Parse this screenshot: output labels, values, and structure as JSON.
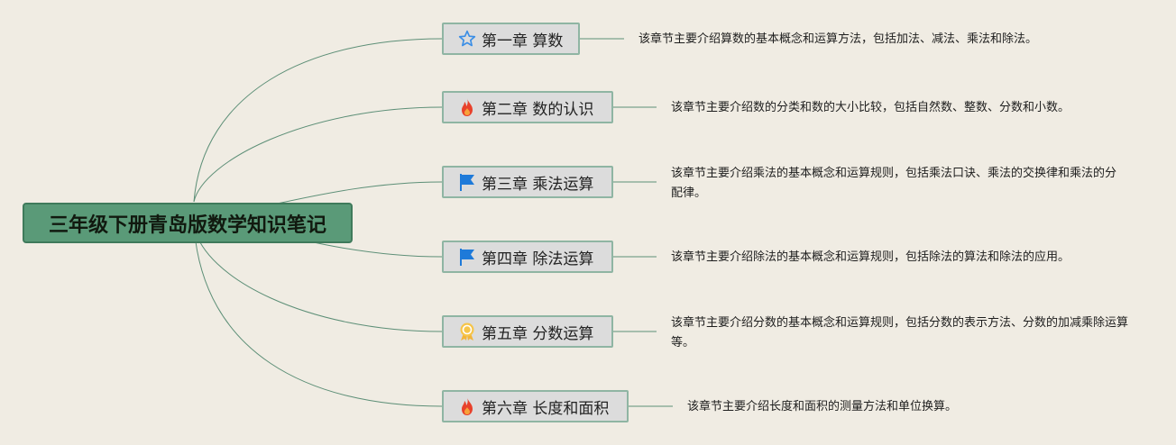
{
  "root": {
    "title": "三年级下册青岛版数学知识笔记"
  },
  "chapters": [
    {
      "title": "第一章 算数",
      "icon": "star-icon",
      "description": "该章节主要介绍算数的基本概念和运算方法，包括加法、减法、乘法和除法。"
    },
    {
      "title": "第二章 数的认识",
      "icon": "fire-icon",
      "description": "该章节主要介绍数的分类和数的大小比较，包括自然数、整数、分数和小数。"
    },
    {
      "title": "第三章 乘法运算",
      "icon": "flag-icon",
      "description": "该章节主要介绍乘法的基本概念和运算规则，包括乘法口诀、乘法的交换律和乘法的分配律。"
    },
    {
      "title": "第四章 除法运算",
      "icon": "flag-icon",
      "description": "该章节主要介绍除法的基本概念和运算规则，包括除法的算法和除法的应用。"
    },
    {
      "title": "第五章 分数运算",
      "icon": "award-icon",
      "description": "该章节主要介绍分数的基本概念和运算规则，包括分数的表示方法、分数的加减乘除运算等。"
    },
    {
      "title": "第六章 长度和面积",
      "icon": "fire-icon",
      "description": "该章节主要介绍长度和面积的测量方法和单位换算。"
    }
  ],
  "colors": {
    "background": "#f0ece3",
    "root_fill": "#5a9a78",
    "link": "#5d8f77",
    "node_fill": "#dcdcdc",
    "node_border": "#8fb5a3"
  }
}
